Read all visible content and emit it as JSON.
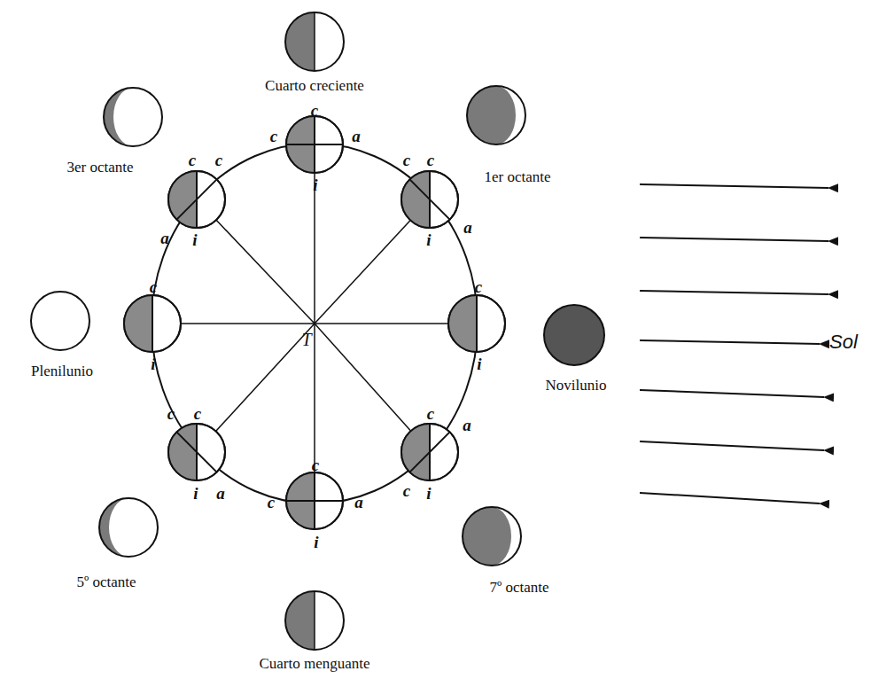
{
  "diagram": {
    "labels": [
      "Cuarto creciente",
      "3er octante",
      "1er octante",
      "c",
      "c",
      "a",
      "i",
      "c",
      "c",
      "a",
      "i",
      "c",
      "c",
      "a",
      "i",
      "c",
      "i",
      "c",
      "i",
      "Plenilunio",
      "T",
      "Novilunio",
      "Sol",
      "c",
      "c",
      "i",
      "a",
      "c",
      "a",
      "c",
      "i",
      "c",
      "c",
      "a",
      "i",
      "5º octante",
      "7º octante",
      "Cuarto menguante"
    ]
  }
}
